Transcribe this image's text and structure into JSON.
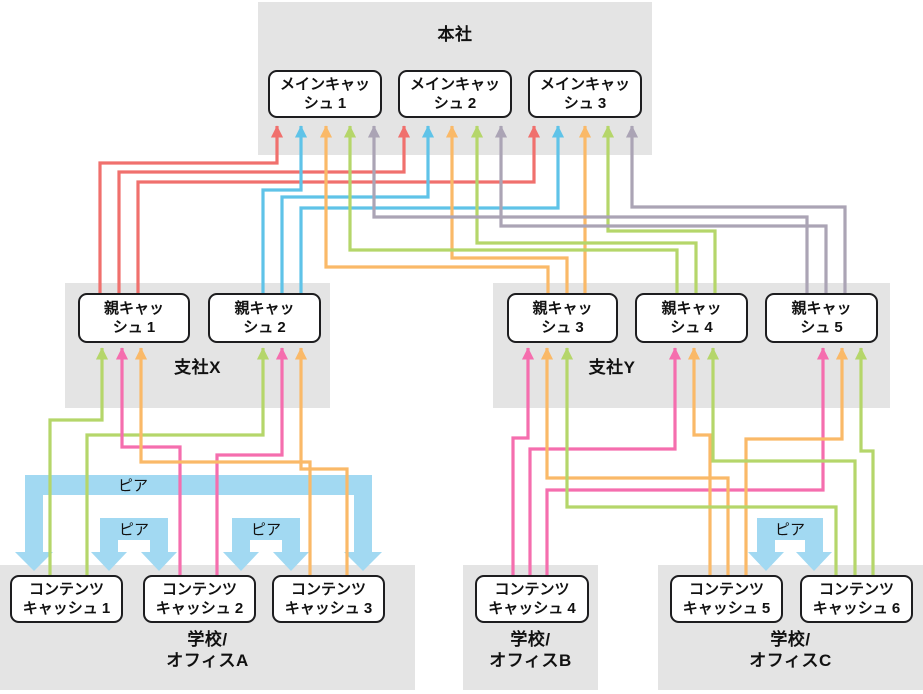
{
  "palette": {
    "red": "#f0706d",
    "blue": "#5fc3e8",
    "orange": "#fab968",
    "green": "#b5d66a",
    "gray": "#aba4b5",
    "pink": "#f56eae",
    "peer": "#a2d9f2",
    "region": "#e4e4e4",
    "line": "#1d1d1f"
  },
  "head_office": {
    "title": "本社",
    "nodes": [
      {
        "line1": "メインキャッ",
        "line2": "シュ 1"
      },
      {
        "line1": "メインキャッ",
        "line2": "シュ 2"
      },
      {
        "line1": "メインキャッ",
        "line2": "シュ 3"
      }
    ]
  },
  "branch_x": {
    "title": "支社X",
    "nodes": [
      {
        "line1": "親キャッ",
        "line2": "シュ 1"
      },
      {
        "line1": "親キャッ",
        "line2": "シュ 2"
      }
    ]
  },
  "branch_y": {
    "title": "支社Y",
    "nodes": [
      {
        "line1": "親キャッ",
        "line2": "シュ 3"
      },
      {
        "line1": "親キャッ",
        "line2": "シュ 4"
      },
      {
        "line1": "親キャッ",
        "line2": "シュ 5"
      }
    ]
  },
  "school_a": {
    "title_line1": "学校/",
    "title_line2": "オフィスA",
    "nodes": [
      {
        "line1": "コンテンツ",
        "line2": "キャッシュ 1"
      },
      {
        "line1": "コンテンツ",
        "line2": "キャッシュ 2"
      },
      {
        "line1": "コンテンツ",
        "line2": "キャッシュ 3"
      }
    ]
  },
  "school_b": {
    "title_line1": "学校/",
    "title_line2": "オフィスB",
    "nodes": [
      {
        "line1": "コンテンツ",
        "line2": "キャッシュ 4"
      }
    ]
  },
  "school_c": {
    "title_line1": "学校/",
    "title_line2": "オフィスC",
    "nodes": [
      {
        "line1": "コンテンツ",
        "line2": "キャッシュ 5"
      },
      {
        "line1": "コンテンツ",
        "line2": "キャッシュ 6"
      }
    ]
  },
  "peer_label": "ピア"
}
